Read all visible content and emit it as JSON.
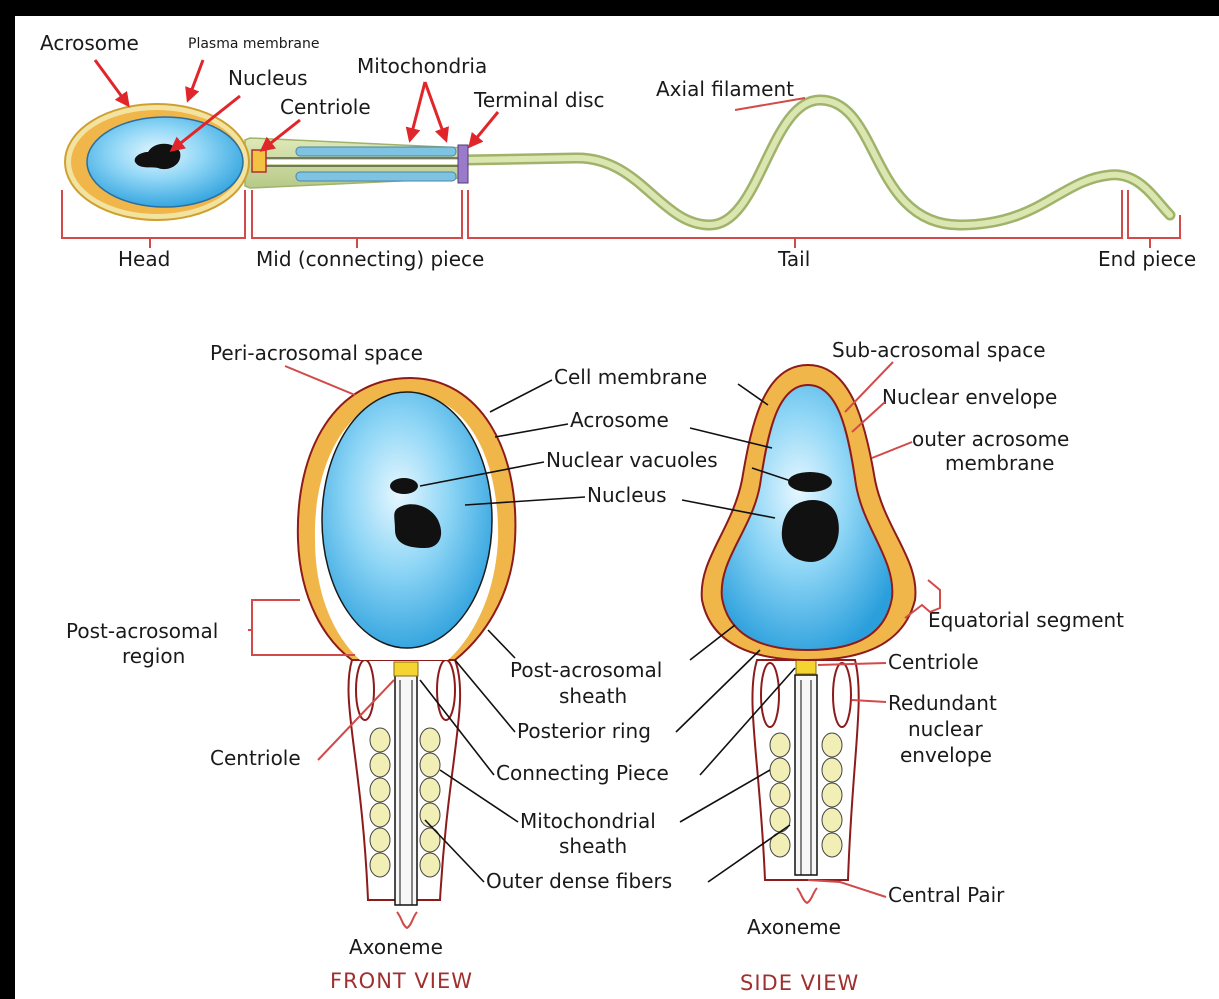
{
  "top_diagram": {
    "labels": {
      "acrosome": "Acrosome",
      "plasma_membrane": "Plasma membrane",
      "nucleus": "Nucleus",
      "centriole": "Centriole",
      "mitochondria": "Mitochondria",
      "terminal_disc": "Terminal disc",
      "axial_filament": "Axial filament"
    },
    "sections": {
      "head": "Head",
      "mid_piece": "Mid (connecting) piece",
      "tail": "Tail",
      "end_piece": "End piece"
    }
  },
  "front_view": {
    "title": "FRONT VIEW",
    "labels": {
      "peri_acrosomal_space": "Peri-acrosomal space",
      "post_acrosomal_region_1": "Post-acrosomal",
      "post_acrosomal_region_2": "region",
      "centriole": "Centriole",
      "axoneme": "Axoneme"
    }
  },
  "shared_labels": {
    "cell_membrane": "Cell membrane",
    "acrosome": "Acrosome",
    "nuclear_vacuoles": "Nuclear vacuoles",
    "nucleus": "Nucleus",
    "post_acrosomal_sheath_1": "Post-acrosomal",
    "post_acrosomal_sheath_2": "sheath",
    "posterior_ring": "Posterior ring",
    "connecting_piece": "Connecting Piece",
    "mitochondrial_sheath_1": "Mitochondrial",
    "mitochondrial_sheath_2": "sheath",
    "outer_dense_fibers": "Outer dense fibers"
  },
  "side_view": {
    "title": "SIDE VIEW",
    "labels": {
      "sub_acrosomal_space": "Sub-acrosomal space",
      "nuclear_envelope": "Nuclear envelope",
      "outer_acrosome_membrane_1": "outer acrosome",
      "outer_acrosome_membrane_2": "membrane",
      "equatorial_segment": "Equatorial segment",
      "centriole": "Centriole",
      "redundant_nuclear_envelope_1": "Redundant",
      "redundant_nuclear_envelope_2": "nuclear",
      "redundant_nuclear_envelope_3": "envelope",
      "central_pair": "Central Pair",
      "axoneme": "Axoneme"
    }
  },
  "colors": {
    "nucleus_blue": "#5cc4ef",
    "acrosome_orange": "#f0b64a",
    "midpiece_green": "#c8d89a",
    "membrane_red": "#8e1b1b",
    "leader_red": "#d24a4a",
    "arrow_red": "#e0262a",
    "view_title": "#a03030"
  }
}
